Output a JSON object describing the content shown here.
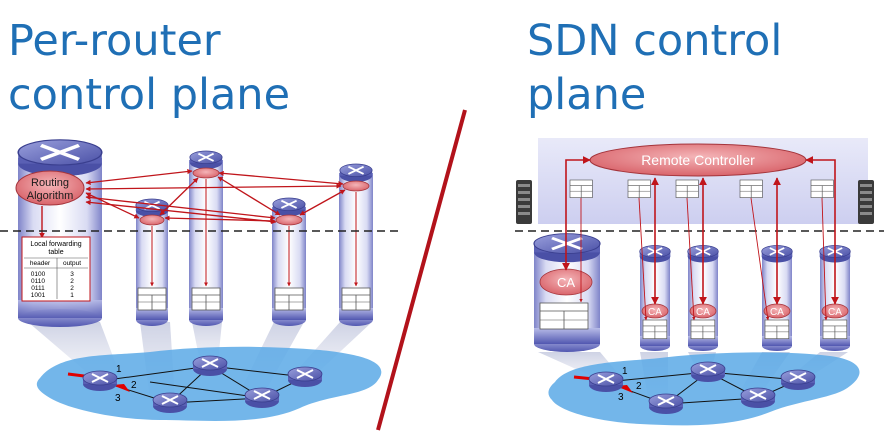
{
  "left_panel": {
    "title_line1": "Per-router",
    "title_line2": "control plane",
    "routing_algorithm_line1": "Routing",
    "routing_algorithm_line2": "Algorithm",
    "table": {
      "title_line1": "Local forwarding",
      "title_line2": "table",
      "headers": [
        "header",
        "output"
      ],
      "rows": [
        [
          "0100",
          "3"
        ],
        [
          "0110",
          "2"
        ],
        [
          "0111",
          "2"
        ],
        [
          "1001",
          "1"
        ]
      ]
    },
    "port_labels": [
      "1",
      "2",
      "3"
    ]
  },
  "right_panel": {
    "title_line1": "SDN control",
    "title_line2": "plane",
    "controller_label": "Remote Controller",
    "agent_label": "CA",
    "port_labels": [
      "1",
      "2",
      "3"
    ]
  },
  "colors": {
    "title": "#1f6fb5",
    "arrow": "#c0151b",
    "divider": "#b2121b",
    "network": "#5aa9e6",
    "controller_bg": "#cfd0f2",
    "oval": "#e88b90"
  }
}
